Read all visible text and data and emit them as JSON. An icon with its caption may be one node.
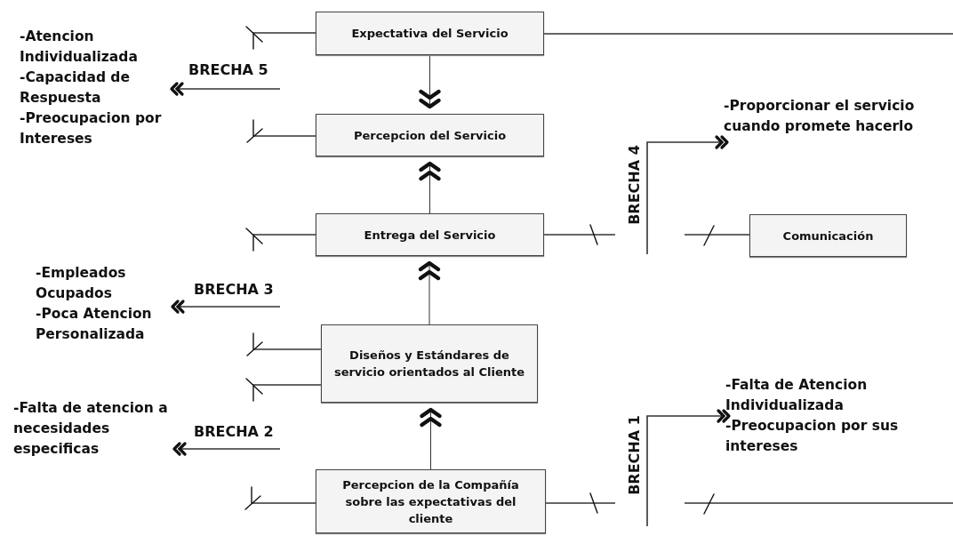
{
  "diagram": {
    "nodes": [
      {
        "text": [
          "Expectativa del Servicio"
        ]
      },
      {
        "text": [
          "Percepcion del Servicio"
        ]
      },
      {
        "text": [
          "Entrega del Servicio"
        ]
      },
      {
        "text": [
          "Diseños y Estándares de servicio orientados al Cliente"
        ]
      },
      {
        "text": [
          "Percepcion de la Compañía sobre las expectativas del cliente"
        ]
      },
      {
        "text": [
          "Comunicación"
        ]
      },
      {
        "text": [
          "-Atencion Individualizada",
          "-Capacidad de Respuesta",
          "-Preocupacion por Intereses"
        ]
      },
      {
        "text": [
          "-Proporcionar el servicio cuando promete hacerlo"
        ]
      },
      {
        "text": [
          "-Empleados Ocupados",
          "-Poca Atencion Personalizada"
        ]
      },
      {
        "text": [
          "-Falta de atencion a necesidades especificas"
        ]
      },
      {
        "text": [
          "-Falta de Atencion Individualizada",
          "-Preocupacion por sus intereses"
        ]
      }
    ],
    "edges": [
      {
        "from": 0,
        "to": 1,
        "arrow": "to"
      },
      {
        "from": 2,
        "to": 1,
        "arrow": "to"
      },
      {
        "from": 3,
        "to": 2,
        "arrow": "to"
      },
      {
        "from": 4,
        "to": 3,
        "arrow": "to"
      },
      {
        "from": 0,
        "to": null,
        "arrow": "other"
      },
      {
        "from": 1,
        "to": null,
        "arrow": "other"
      },
      {
        "from": null,
        "to": 6,
        "arrow": "to",
        "label": "BRECHA 5"
      },
      {
        "from": 0,
        "to": null,
        "arrow": "none"
      },
      {
        "from": 2,
        "to": null,
        "arrow": "other"
      },
      {
        "from": 3,
        "to": null,
        "arrow": "other"
      },
      {
        "from": null,
        "to": 8,
        "arrow": "to",
        "label": "BRECHA 3"
      },
      {
        "from": 3,
        "to": null,
        "arrow": "other"
      },
      {
        "from": 4,
        "to": null,
        "arrow": "other"
      },
      {
        "from": null,
        "to": 9,
        "arrow": "to",
        "label": "BRECHA 2"
      },
      {
        "from": 2,
        "to": null,
        "arrow": "other"
      },
      {
        "from": null,
        "to": 5,
        "arrow": "other"
      },
      {
        "from": null,
        "to": 7,
        "arrow": "to",
        "label": "BRECHA 4"
      },
      {
        "from": 4,
        "to": null,
        "arrow": "other"
      },
      {
        "from": null,
        "to": 10,
        "arrow": "to",
        "label": "BRECHA 1"
      }
    ]
  }
}
